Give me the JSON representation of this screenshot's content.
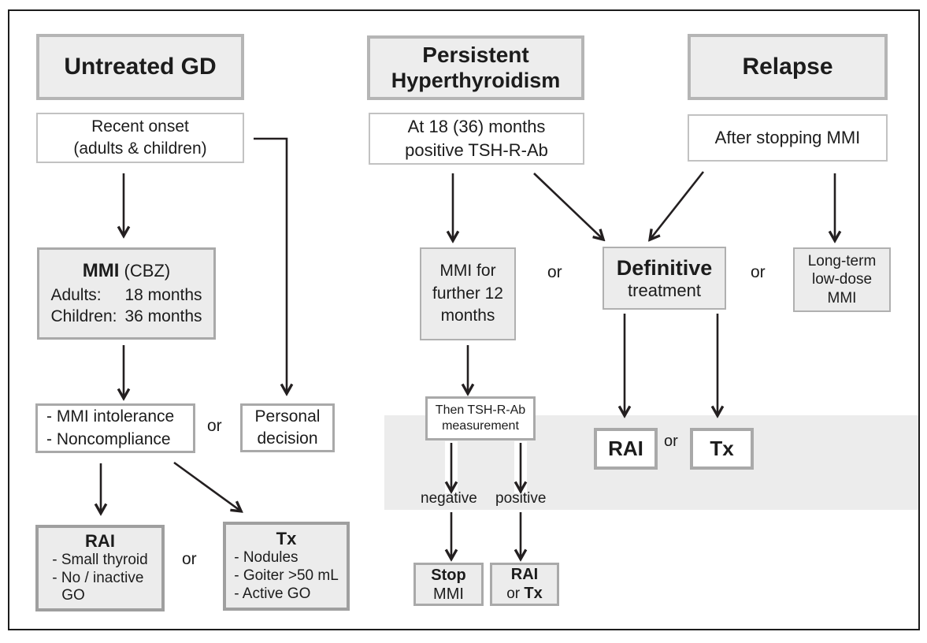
{
  "flowchart": {
    "headers": {
      "untreated_gd": "Untreated GD",
      "persistent_line1": "Persistent",
      "persistent_line2": "Hyperthyroidism",
      "relapse": "Relapse"
    },
    "nodes": {
      "recent_onset": {
        "line1": "Recent onset",
        "line2": "(adults & children)"
      },
      "mmi_initial": {
        "drug": "MMI",
        "alt": " (CBZ)",
        "adults_label": "Adults:",
        "adults_value": "18 months",
        "children_label": "Children:",
        "children_value": "36 months"
      },
      "intolerance": {
        "line1": "- MMI intolerance",
        "line2": "- Noncompliance"
      },
      "personal_decision": {
        "line1": "Personal",
        "line2": "decision"
      },
      "rai_option": {
        "title": "RAI",
        "item1": "- Small thyroid",
        "item2": "- No / inactive",
        "item2b": "GO"
      },
      "tx_option": {
        "title": "Tx",
        "item1": "- Nodules",
        "item2": "- Goiter >50 mL",
        "item3": "- Active GO"
      },
      "tshrab_check": {
        "line1": "At 18 (36) months",
        "line2": "positive TSH-R-Ab"
      },
      "mmi_further": {
        "line1": "MMI for",
        "line2": "further 12",
        "line3": "months"
      },
      "definitive": {
        "line1": "Definitive",
        "line2": "treatment"
      },
      "then_tshrab": {
        "line1": "Then TSH-R-Ab",
        "line2": "measurement"
      },
      "stop_mmi": {
        "line1": "Stop",
        "line2": "MMI"
      },
      "rai_or_tx": {
        "line1": "RAI",
        "line2_prefix": "or ",
        "line2_bold": "Tx"
      },
      "rai_definitive": "RAI",
      "tx_definitive": "Tx",
      "after_stopping": "After stopping MMI",
      "long_term": {
        "line1": "Long-term",
        "line2": "low-dose",
        "line3": "MMI"
      }
    },
    "labels": {
      "or": "or",
      "negative": "negative",
      "positive": "positive"
    },
    "colors": {
      "box_fill": "#ececec",
      "box_border": "#a9a9a9",
      "header_border": "#b5b5b5",
      "band_fill": "#ececec",
      "arrow": "#231f20",
      "frame": "#1c1c1c"
    }
  }
}
